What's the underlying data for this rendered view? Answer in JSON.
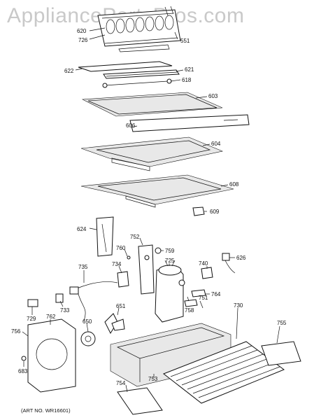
{
  "watermark": "AppliancePartsPros.com",
  "art_number": "(ART NO. WR16601)",
  "parts": [
    {
      "id": "620",
      "label": "620"
    },
    {
      "id": "726",
      "label": "726"
    },
    {
      "id": "551",
      "label": "551"
    },
    {
      "id": "622",
      "label": "622"
    },
    {
      "id": "621",
      "label": "621"
    },
    {
      "id": "618",
      "label": "618"
    },
    {
      "id": "603",
      "label": "603"
    },
    {
      "id": "606",
      "label": "606"
    },
    {
      "id": "604",
      "label": "604"
    },
    {
      "id": "608",
      "label": "608"
    },
    {
      "id": "609",
      "label": "609"
    },
    {
      "id": "624",
      "label": "624"
    },
    {
      "id": "752",
      "label": "752"
    },
    {
      "id": "760",
      "label": "760"
    },
    {
      "id": "759",
      "label": "759"
    },
    {
      "id": "725",
      "label": "725"
    },
    {
      "id": "740",
      "label": "740"
    },
    {
      "id": "626",
      "label": "626"
    },
    {
      "id": "735",
      "label": "735"
    },
    {
      "id": "734",
      "label": "734"
    },
    {
      "id": "764",
      "label": "764"
    },
    {
      "id": "733",
      "label": "733"
    },
    {
      "id": "651",
      "label": "651"
    },
    {
      "id": "758",
      "label": "758"
    },
    {
      "id": "751",
      "label": "751"
    },
    {
      "id": "729",
      "label": "729"
    },
    {
      "id": "762",
      "label": "762"
    },
    {
      "id": "650",
      "label": "650"
    },
    {
      "id": "730",
      "label": "730"
    },
    {
      "id": "755",
      "label": "755"
    },
    {
      "id": "756",
      "label": "756"
    },
    {
      "id": "683",
      "label": "683"
    },
    {
      "id": "754",
      "label": "754"
    },
    {
      "id": "753",
      "label": "753"
    }
  ]
}
